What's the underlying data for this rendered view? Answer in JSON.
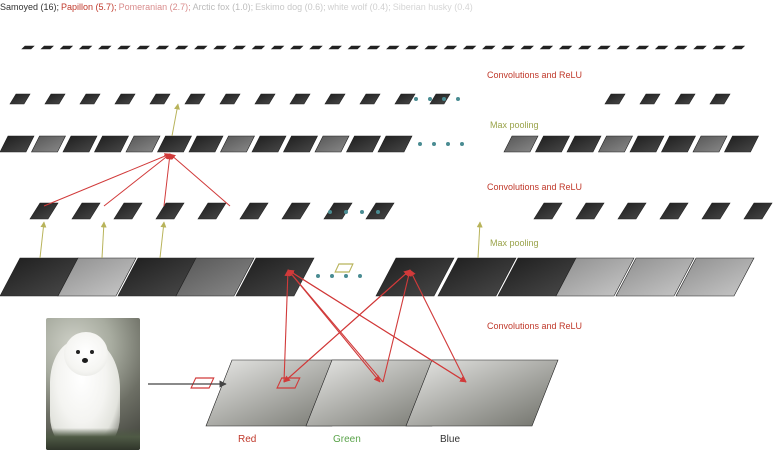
{
  "legend": [
    {
      "text": "Samoyed (16);",
      "color": "#333333"
    },
    {
      "text": "Papillon (5.7);",
      "color": "#c0392b"
    },
    {
      "text": "Pomeranian (2.7);",
      "color": "#d98c8c"
    },
    {
      "text": "Arctic fox (1.0);",
      "color": "#bbbbbb"
    },
    {
      "text": "Eskimo dog (0.6);",
      "color": "#c8c8c8"
    },
    {
      "text": "white wolf (0.4);",
      "color": "#d0d0d0"
    },
    {
      "text": "Siberian husky (0.4)",
      "color": "#d6d6d6"
    }
  ],
  "labels": {
    "conv_top": "Convolutions and ReLU",
    "pool_top": "Max pooling",
    "conv_mid": "Convolutions and ReLU",
    "pool_mid": "Max pooling",
    "conv_bottom": "Convolutions and ReLU"
  },
  "channels": {
    "red": "Red",
    "green": "Green",
    "blue": "Blue"
  },
  "colors": {
    "red_label": "#c0392b",
    "olive_label": "#9aa34a",
    "arrow_red": "#d13a3a",
    "arrow_olive": "#b8b35a",
    "dots": "#4a8c92",
    "green_channel": "#5aa34a",
    "blue_channel": "#333333"
  },
  "icons": {
    "input_image": "samoyed-dog-photo",
    "arrow": "right-arrow"
  }
}
